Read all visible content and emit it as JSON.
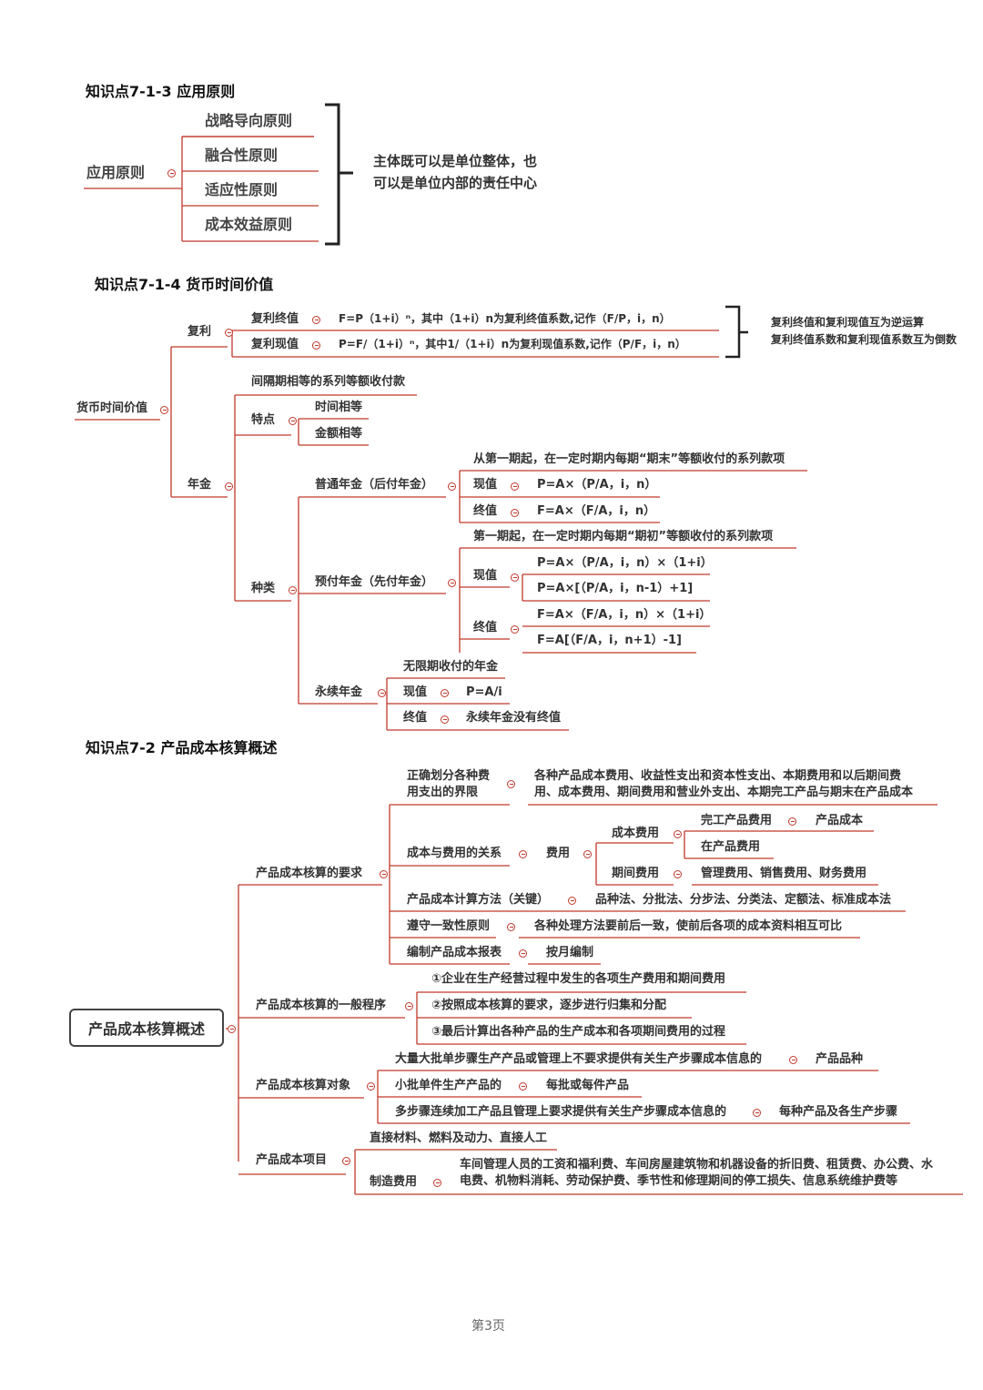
{
  "s1": {
    "title": "知识点7-1-3 应用原则",
    "root": "应用原则",
    "items": [
      "战略导向原则",
      "融合性原则",
      "适应性原则",
      "成本效益原则"
    ],
    "note": [
      "主体既可以是单位整体，也",
      "可以是单位内部的责任中心"
    ]
  },
  "s2": {
    "title": "知识点7-1-4 货币时间价值",
    "root": "货币时间价值",
    "compound": {
      "label": "复利",
      "fv_label": "复利终值",
      "fv_formula": "F=P（1+i）ⁿ，其中（1+i）n为复利终值系数,记作（F/P，i，n）",
      "pv_label": "复利现值",
      "pv_formula": "P=F/（1+i）ⁿ，其中1/（1+i）n为复利现值系数,记作（P/F，i，n）",
      "note": [
        "复利终值和复利现值互为逆运算",
        "复利终值系数和复利现值系数互为倒数"
      ]
    },
    "annuity": {
      "label": "年金",
      "definition": "间隔期相等的系列等额收付款",
      "feature_label": "特点",
      "features": [
        "时间相等",
        "金额相等"
      ],
      "kinds_label": "种类",
      "ordinary": {
        "label": "普通年金（后付年金）",
        "definition": "从第一期起，在一定时期内每期“期末”等额收付的系列款项",
        "pv_label": "现值",
        "pv": "P=A×（P/A，i，n）",
        "fv_label": "终值",
        "fv": "F=A×（F/A，i，n）"
      },
      "due": {
        "label": "预付年金（先付年金）",
        "definition": "第一期起，在一定时期内每期“期初”等额收付的系列款项",
        "pv_label": "现值",
        "pv1": "P=A×（P/A，i，n）×（1+i）",
        "pv2": "P=A×[（P/A，i，n-1）+1]",
        "fv_label": "终值",
        "fv1": "F=A×（F/A，i，n）×（1+i）",
        "fv2": "F=A[（F/A，i，n+1）-1]"
      },
      "perpetual": {
        "label": "永续年金",
        "definition": "无限期收付的年金",
        "pv_label": "现值",
        "pv": "P=A/i",
        "fv_label": "终值",
        "fv": "永续年金没有终值"
      }
    }
  },
  "s3": {
    "title": "知识点7-2 产品成本核算概述",
    "root": "产品成本核算概述",
    "req": {
      "label": "产品成本核算的要求",
      "boundary_label": [
        "正确划分各种费",
        "用支出的界限"
      ],
      "boundary_text": [
        "各种产品成本费用、收益性支出和资本性支出、本期费用和以后期间费",
        "用、成本费用、期间费用和营业外支出、本期完工产品与期末在产品成本"
      ],
      "relation_label": "成本与费用的关系",
      "fee_label": "费用",
      "cost_fee_label": "成本费用",
      "finished_label": "完工产品费用",
      "product_cost_label": "产品成本",
      "wip_label": "在产品费用",
      "period_label": "期间费用",
      "period_items": "管理费用、销售费用、财务费用",
      "method_label": "产品成本计算方法（关键）",
      "method_items": "品种法、分批法、分步法、分类法、定额法、标准成本法",
      "consistency_label": "遵守一致性原则",
      "consistency_text": "各种处理方法要前后一致，使前后各项的成本资料相互可比",
      "report_label": "编制产品成本报表",
      "report_text": "按月编制"
    },
    "proc": {
      "label": "产品成本核算的一般程序",
      "steps": [
        "①企业在生产经营过程中发生的各项生产费用和期间费用",
        "②按照成本核算的要求，逐步进行归集和分配",
        "③最后计算出各种产品的生产成本和各项期间费用的过程"
      ]
    },
    "obj": {
      "label": "产品成本核算对象",
      "rows": [
        {
          "cond": "大量大批单步骤生产产品或管理上不要求提供有关生产步骤成本信息的",
          "obj": "产品品种"
        },
        {
          "cond": "小批单件生产产品的",
          "obj": "每批或每件产品"
        },
        {
          "cond": "多步骤连续加工产品且管理上要求提供有关生产步骤成本信息的",
          "obj": "每种产品及各生产步骤"
        }
      ]
    },
    "items": {
      "label": "产品成本项目",
      "direct": "直接材料、燃料及动力、直接人工",
      "mfg_label": "制造费用",
      "mfg_text": [
        "车间管理人员的工资和福利费、车间房屋建筑物和机器设备的折旧费、租赁费、办公费、水",
        "电费、机物料消耗、劳动保护费、季节性和修理期间的停工损失、信息系统维护费等"
      ]
    }
  },
  "footer": {
    "page": "第3页"
  },
  "colors": {
    "branch": "#c0392b",
    "text": "#333333",
    "bracket": "#222222"
  },
  "icons": {
    "collapse": "collapse-minus-icon"
  }
}
